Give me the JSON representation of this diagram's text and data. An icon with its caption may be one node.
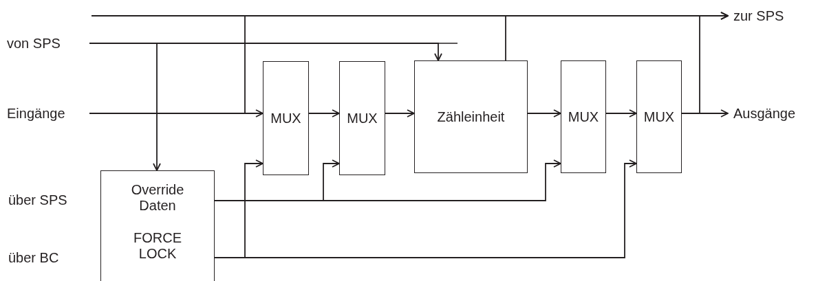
{
  "diagram": {
    "nodes": [
      {
        "text": [
          "von SPS"
        ]
      },
      {
        "text": [
          "Eingänge"
        ]
      },
      {
        "text": [
          "MUX"
        ]
      },
      {
        "text": [
          "MUX"
        ]
      },
      {
        "text": [
          "Zähleinheit"
        ]
      },
      {
        "text": [
          "MUX"
        ]
      },
      {
        "text": [
          "MUX"
        ]
      },
      {
        "text": [
          "Override Daten",
          "FORCE LOCK"
        ]
      },
      {
        "text": [
          "zur SPS"
        ]
      },
      {
        "text": [
          "Ausgänge"
        ]
      }
    ],
    "edges": [
      {
        "from": 0,
        "to": 7,
        "arrow": "to"
      },
      {
        "from": 0,
        "to": 4,
        "arrow": "to"
      },
      {
        "from": 1,
        "to": 2,
        "arrow": "to"
      },
      {
        "from": 1,
        "to": 8,
        "arrow": "to"
      },
      {
        "from": 2,
        "to": 3,
        "arrow": "to"
      },
      {
        "from": 3,
        "to": 4,
        "arrow": "to"
      },
      {
        "from": 4,
        "to": 5,
        "arrow": "to"
      },
      {
        "from": 5,
        "to": 6,
        "arrow": "to"
      },
      {
        "from": 6,
        "to": 9,
        "arrow": "to"
      },
      {
        "from": 6,
        "to": 8,
        "arrow": "to"
      },
      {
        "from": 4,
        "to": 8,
        "arrow": "to"
      },
      {
        "from": 7,
        "to": 3,
        "arrow": "to"
      },
      {
        "from": 7,
        "to": 5,
        "arrow": "to"
      },
      {
        "from": 7,
        "to": 2,
        "arrow": "to"
      },
      {
        "from": 7,
        "to": 6,
        "arrow": "to"
      }
    ],
    "labels": [
      "über SPS",
      "über BC"
    ]
  }
}
